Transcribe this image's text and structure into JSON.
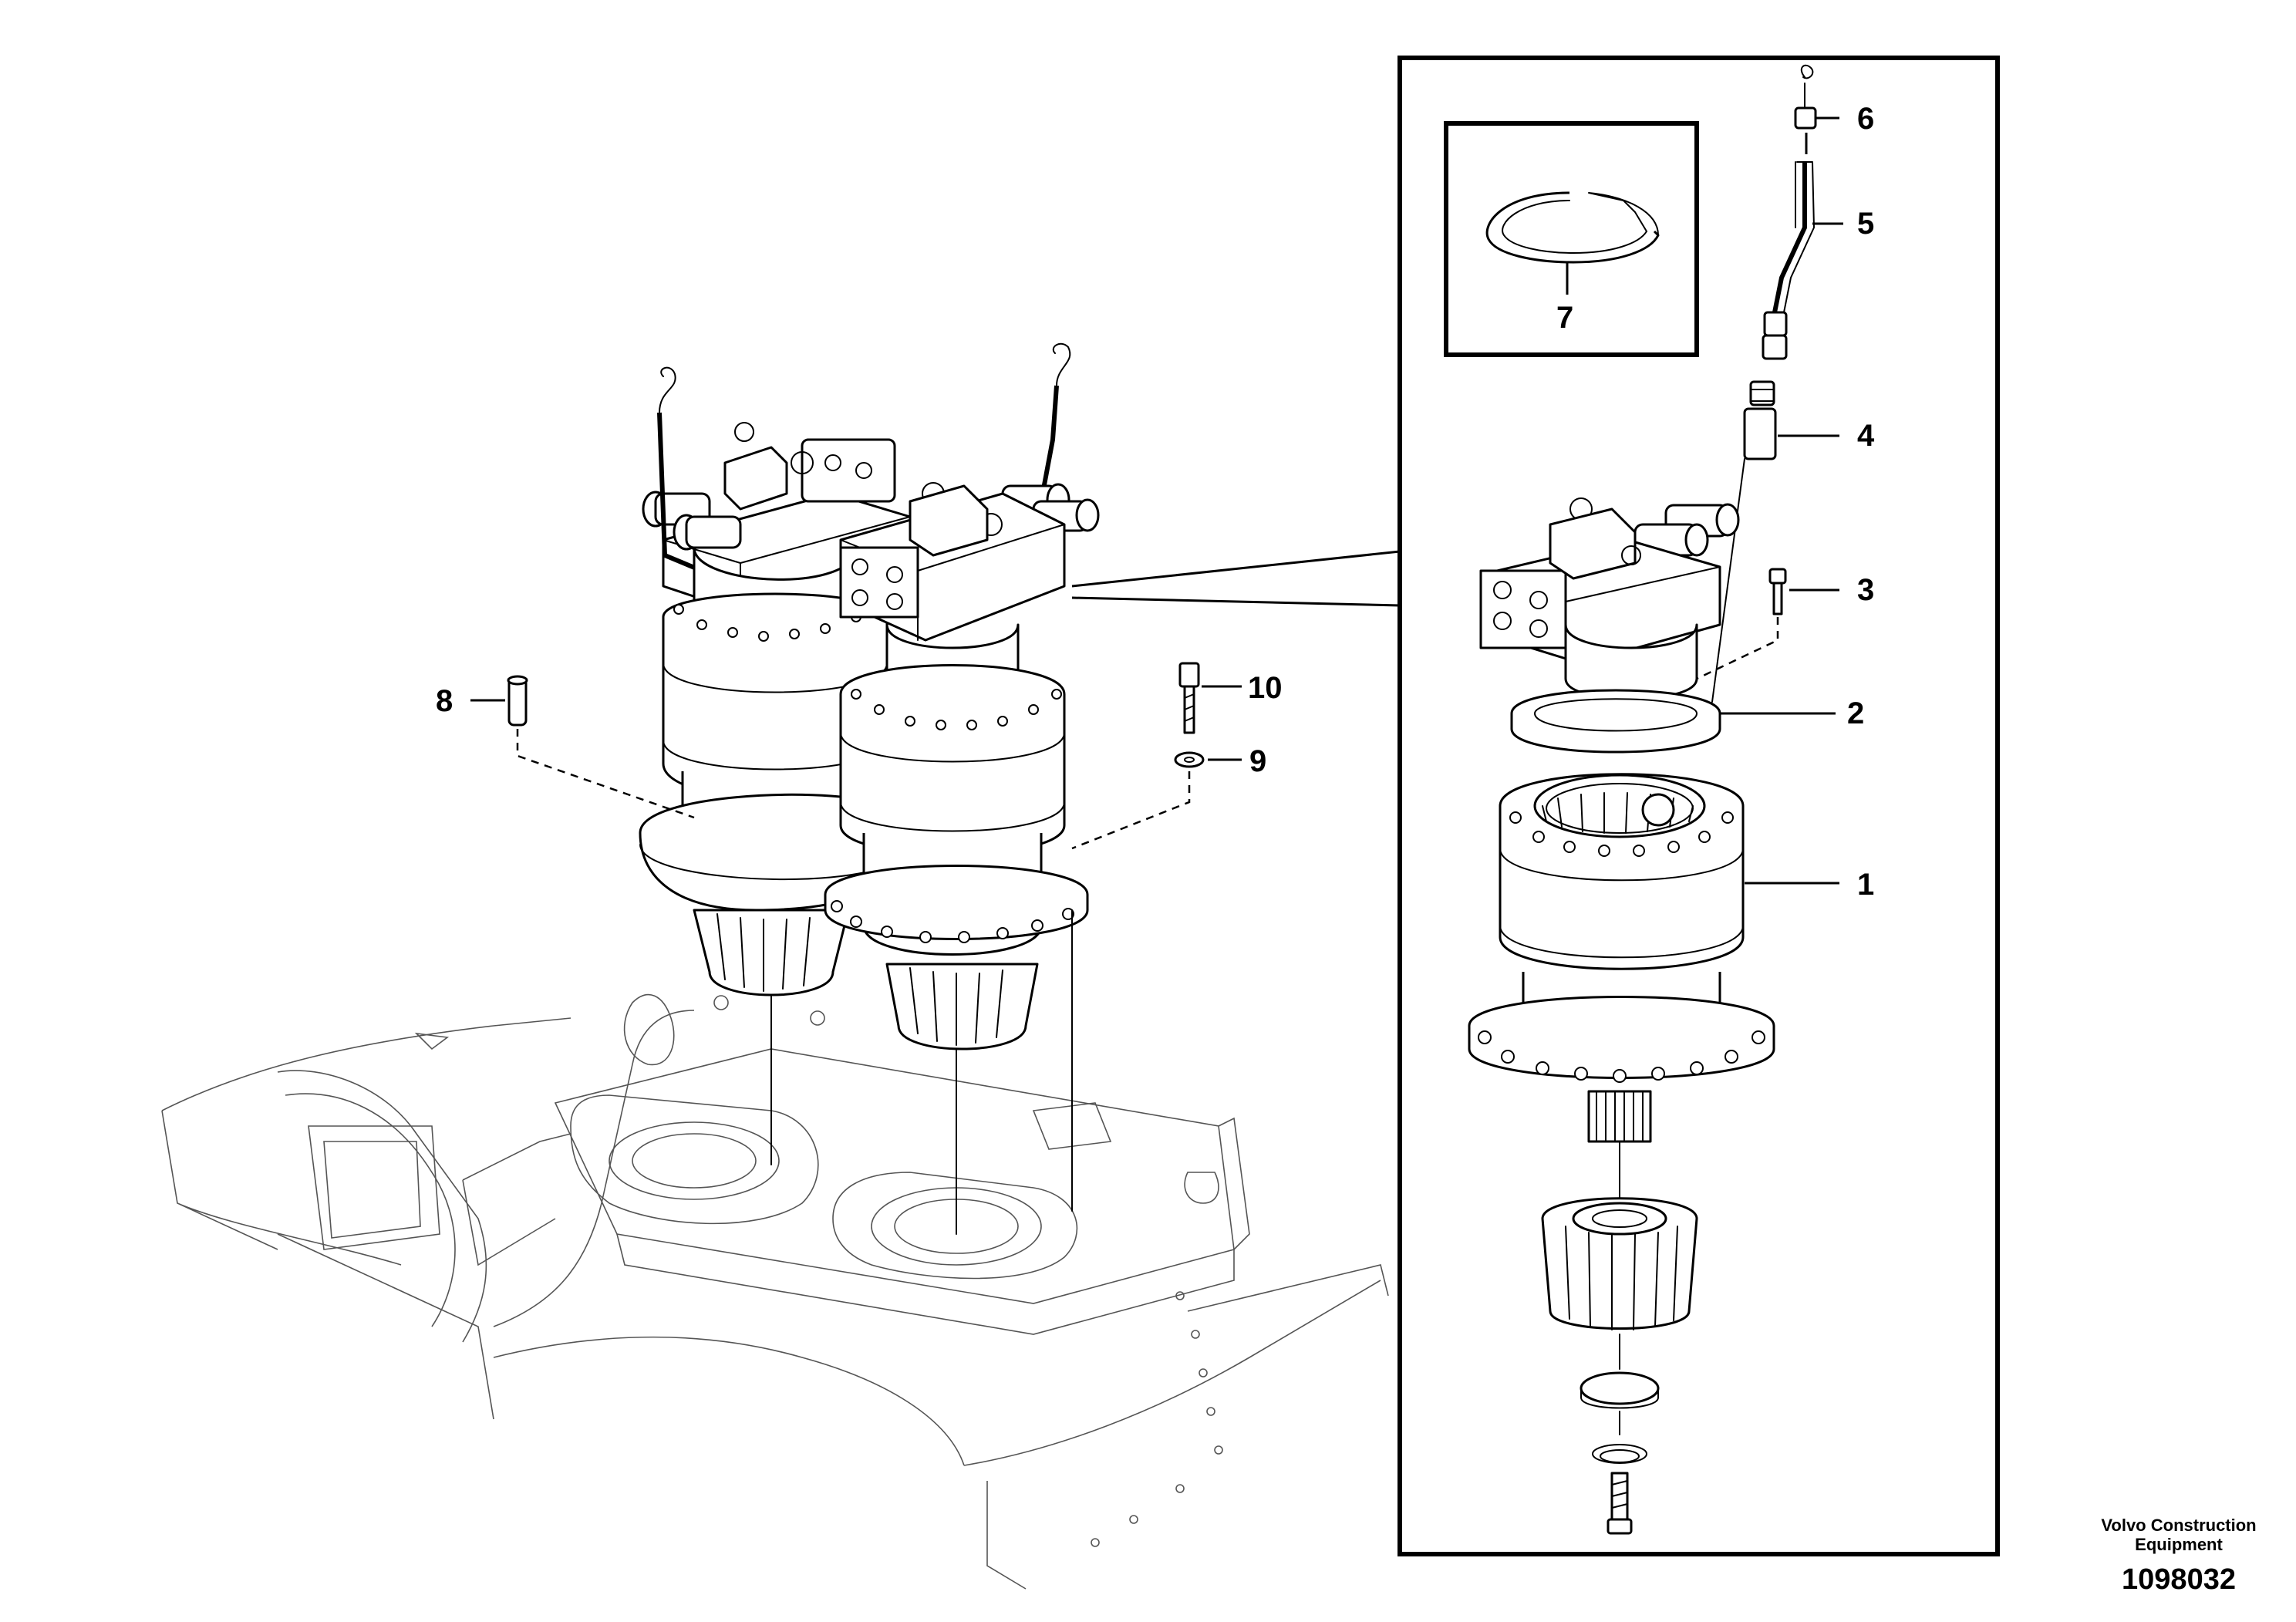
{
  "callouts": [
    {
      "num": "1"
    },
    {
      "num": "2"
    },
    {
      "num": "3"
    },
    {
      "num": "4"
    },
    {
      "num": "5"
    },
    {
      "num": "6"
    },
    {
      "num": "7"
    },
    {
      "num": "8"
    },
    {
      "num": "9"
    },
    {
      "num": "10"
    }
  ],
  "credit": {
    "line1": "Volvo Construction",
    "line2": "Equipment",
    "figure_id": "1098032"
  }
}
